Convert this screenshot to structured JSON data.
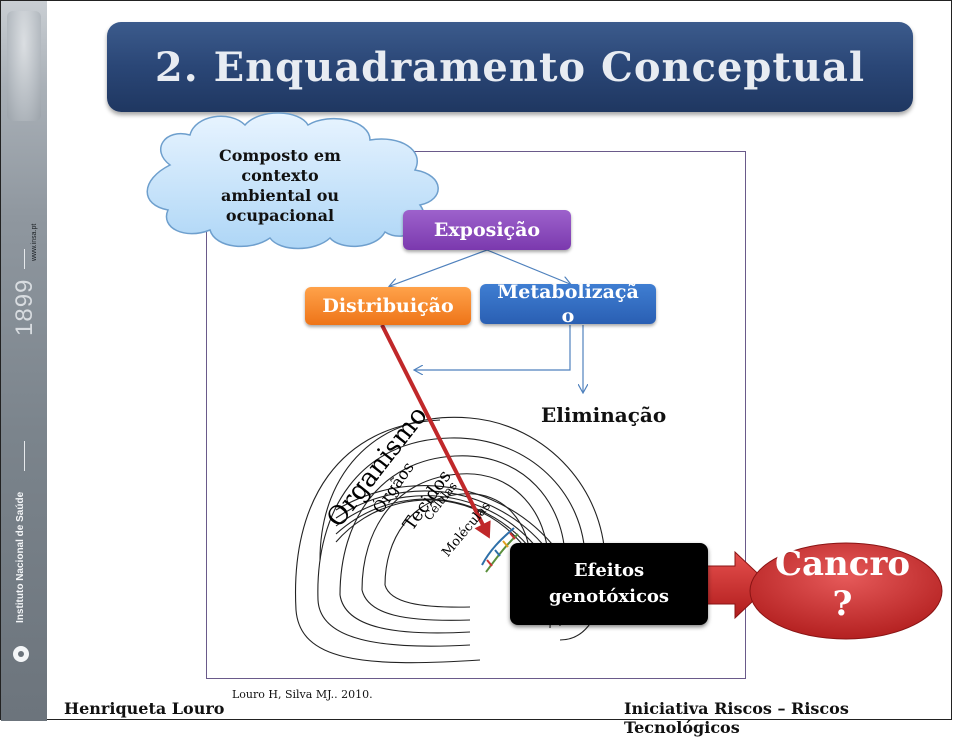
{
  "header": {
    "title": "2. Enquadramento Conceptual"
  },
  "sidebar": {
    "url": "www.insa.pt",
    "year": "1899",
    "institute": "Instituto Nacional de Saúde"
  },
  "diagram": {
    "source_cloud": "Composto em contexto ambiental ou ocupacional",
    "exposure": "Exposição",
    "distribution": "Distribuição",
    "metabolism": "Metabolizaçã o",
    "elimination": "Eliminação",
    "levels": [
      "Organismo",
      "Órgãos",
      "Tecidos",
      "Células",
      "Moléculas"
    ],
    "effects": "Efeitos genotóxicos",
    "outcome_line1": "Cancro",
    "outcome_line2": "?"
  },
  "footer": {
    "author": "Henriqueta Louro",
    "citation": "Louro H, Silva MJ.. 2010.",
    "right": "Iniciativa Riscos – Riscos Tecnológicos"
  },
  "colors": {
    "title_bg": "#2a4676",
    "exposure": "#7b39ae",
    "distribution": "#ee7418",
    "metabolism": "#2a5fb3",
    "arrow_red": "#c0282a",
    "connector_blue": "#4f81bd",
    "cancer": "#c0282a"
  }
}
